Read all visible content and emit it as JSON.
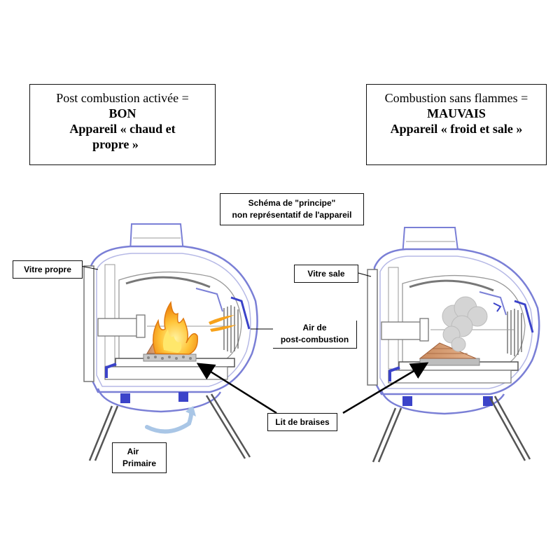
{
  "left_title": {
    "line1": "Post combustion activée =",
    "line2": "BON",
    "line3": "Appareil « chaud et",
    "line4": "propre »"
  },
  "right_title": {
    "line1": "Combustion sans flammes =",
    "line2": "MAUVAIS",
    "line3": "Appareil « froid et sale »"
  },
  "schema_note": {
    "line1": "Schéma de \"principe\"",
    "line2": "non représentatif de l'appareil"
  },
  "labels": {
    "vitre_propre": "Vitre propre",
    "vitre_sale": "Vitre sale",
    "air_post_1": "Air de",
    "air_post_2": "post-combustion",
    "lit_braises": "Lit de braises",
    "air_primaire_1": "Air",
    "air_primaire_2": "Primaire"
  },
  "colors": {
    "outline": "#7a7fd6",
    "structure": "#3b43c9",
    "flame_outer": "#f7a21b",
    "flame_inner": "#ffe36b",
    "smoke": "#d4d4d4",
    "wood": "#d9a07a",
    "airflow": "#a9c6e6"
  }
}
